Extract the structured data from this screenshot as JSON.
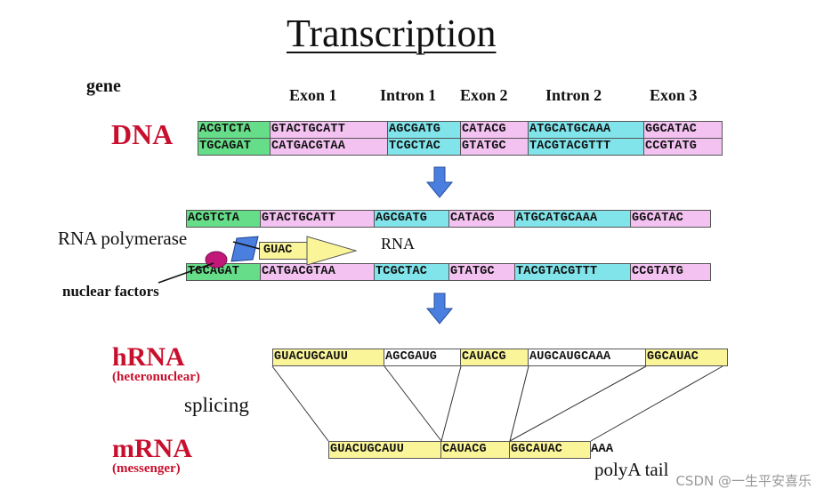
{
  "title": "Transcription",
  "gene_label": "gene",
  "headers": [
    "Exon 1",
    "Intron 1",
    "Exon 2",
    "Intron 2",
    "Exon 3"
  ],
  "dna_label": "DNA",
  "dna_top": [
    "ACGTCTA",
    "GTACTGCATT",
    "AGCGATG",
    "CATACG",
    "ATGCATGCAAA",
    "GGCATAC"
  ],
  "dna_bottom": [
    "TGCAGAT",
    "CATGACGTAA",
    "TCGCTAC",
    "GTATGC",
    "TACGTACGTTT",
    "CCGTATG"
  ],
  "rna_polymerase_label": "RNA polymerase",
  "rna_label": "RNA",
  "nascent_rna": "GUAC",
  "nuclear_factors_label": "nuclear factors",
  "hrna_label": "hRNA",
  "hrna_sub": "(heteronuclear)",
  "hrna_segments": [
    "GUACUGCAUU",
    "AGCGAUG",
    "CAUACG",
    "AUGCAUGCAAA",
    "GGCAUAC"
  ],
  "splicing_label": "splicing",
  "mrna_label": "mRNA",
  "mrna_sub": "(messenger)",
  "mrna_segments": [
    "GUACUGCAUU",
    "CAUACG",
    "GGCAUAC"
  ],
  "polya": "AAA",
  "polya_label": "polyA tail",
  "watermark": "CSDN @一生平安喜乐",
  "colors": {
    "exon": "#66dd88",
    "intron": "#f3c2f1",
    "intron2": "#80e4ea",
    "rna": "#fbf59a",
    "label_red": "#c8102e",
    "arrow": "#4a7fe0"
  }
}
